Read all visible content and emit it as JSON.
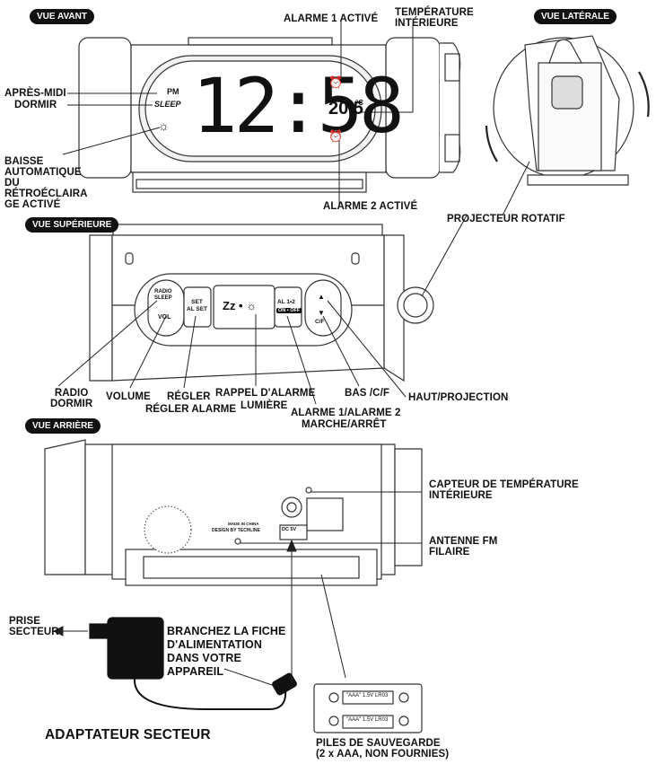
{
  "sections": {
    "front": "VUE AVANT",
    "side": "VUE LATÉRALE",
    "top": "VUE SUPÉRIEURE",
    "back": "VUE ARRIÈRE"
  },
  "display": {
    "time": "12:58",
    "pm": "PM",
    "sleep": "SLEEP",
    "temp": "20.5",
    "temp_unit": "°C"
  },
  "front_labels": {
    "pm": "APRÈS-MIDI",
    "sleep": "DORMIR",
    "auto_dim": "BAISSE\nAUTOMATIQUE\nDU\nRÉTROÉCLAIRA\nGE ACTIVÉ",
    "alarm1": "ALARME 1 ACTIVÉ",
    "alarm2": "ALARME 2 ACTIVÉ",
    "indoor_temp": "TEMPÉRATURE\nINTÉRIEURE"
  },
  "side_labels": {
    "projector": "PROJECTEUR ROTATIF"
  },
  "buttons": {
    "radio_sleep": "RADIO\nSLEEP",
    "vol": "VOL",
    "set_alset": "SET\nAL SET",
    "snooze": "Zz • ☼",
    "al12": "AL 1•2",
    "onoff": "ON • OFF",
    "up": "▲",
    "down": "▼",
    "cf": "C/F"
  },
  "top_labels": {
    "radio": "RADIO\nDORMIR",
    "volume": "VOLUME",
    "set": "RÉGLER",
    "set_alarm": "RÉGLER ALARME",
    "snooze": "RAPPEL D'ALARME",
    "light": "LUMIÈRE",
    "alarm_onoff_1": "ALARME 1/ALARME 2",
    "alarm_onoff_2": "MARCHE/ARRÊT",
    "down_cf": "BAS /C/F",
    "up_projection": "HAUT/PROJECTION"
  },
  "back_labels": {
    "temp_sensor": "CAPTEUR DE TEMPÉRATURE\nINTÉRIEURE",
    "fm_antenna": "ANTENNE FM\nFILAIRE",
    "dc": "DC 5V",
    "made_in": "MADE IN CHINA",
    "design_by": "DESIGN BY TECHLINE",
    "battery1": "\"AAA\" 1.5V LR03",
    "battery2": "\"AAA\" 1.5V LR03",
    "batteries": "PILES DE SAUVEGARDE\n(2 x AAA, NON FOURNIES)",
    "outlet": "PRISE\nSECTEUR",
    "plug_in": "BRANCHEZ LA FICHE\nD'ALIMENTATION\nDANS VOTRE\nAPPAREIL",
    "adapter": "ADAPTATEUR SECTEUR"
  }
}
